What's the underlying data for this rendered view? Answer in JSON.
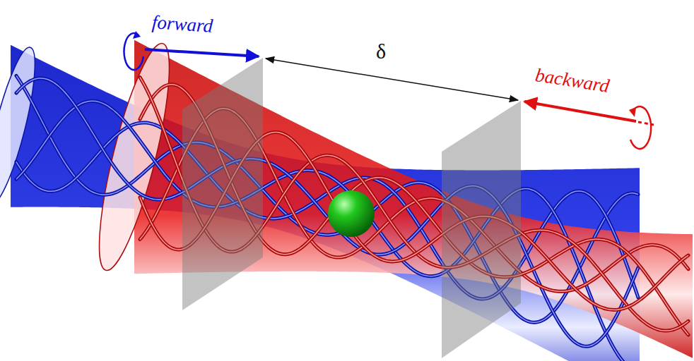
{
  "diagram": {
    "labels": [
      "forward",
      "backward",
      "δ"
    ]
  }
}
